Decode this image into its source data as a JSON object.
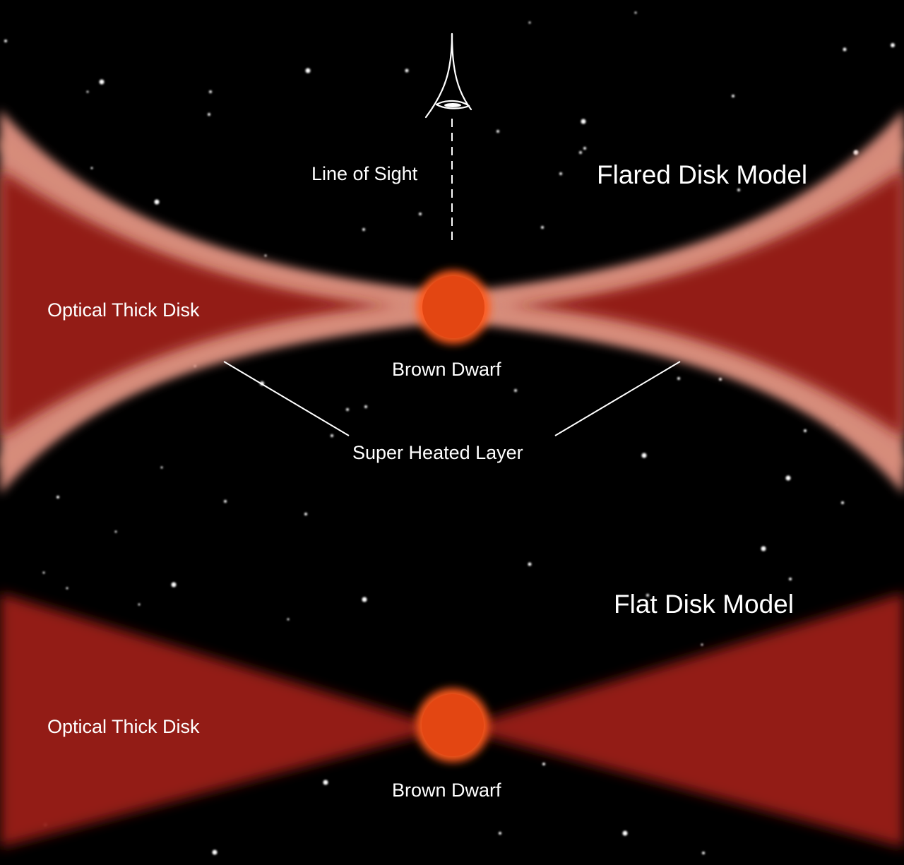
{
  "colors": {
    "background": "#000000",
    "disk_red": "#931f17",
    "heated_layer": "#d9907a",
    "brown_dwarf": "#e34612",
    "brown_dwarf_glow": "#ff5a1a",
    "text": "#ffffff"
  },
  "flared_model": {
    "title": "Flared Disk Model",
    "line_of_sight_label": "Line of Sight",
    "disk_label": "Optical Thick Disk",
    "star_label": "Brown Dwarf",
    "layer_label": "Super Heated Layer",
    "observer_icon": "eye-icon"
  },
  "flat_model": {
    "title": "Flat Disk Model",
    "disk_label": "Optical Thick Disk",
    "star_label": "Brown Dwarf"
  }
}
